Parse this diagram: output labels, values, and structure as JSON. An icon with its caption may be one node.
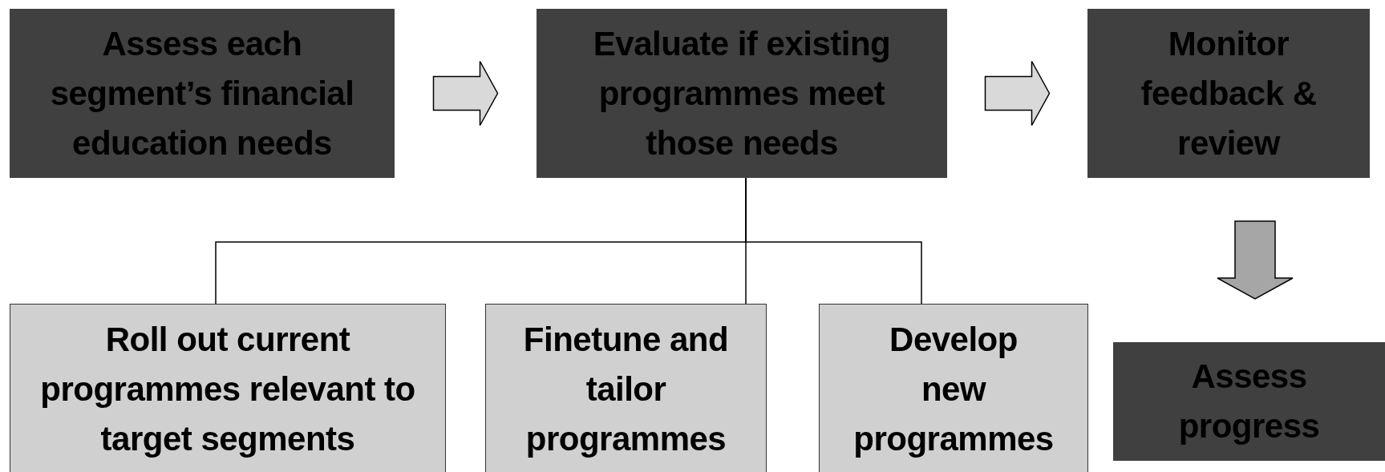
{
  "diagram": {
    "nodes": [
      {
        "text": [
          "Assess each segment’s financial education needs"
        ]
      },
      {
        "text": [
          "Evaluate if existing programmes meet those needs"
        ]
      },
      {
        "text": [
          "Monitor feedback & review"
        ]
      },
      {
        "text": [
          "Roll out current programmes relevant to target segments"
        ]
      },
      {
        "text": [
          "Finetune and tailor programmes"
        ]
      },
      {
        "text": [
          "Develop new programmes"
        ]
      },
      {
        "text": [
          "Assess progress"
        ]
      }
    ],
    "edges": [
      {
        "from": 0,
        "to": 1,
        "arrow": "to",
        "style": "thick"
      },
      {
        "from": 1,
        "to": 2,
        "arrow": "to",
        "style": "thick"
      },
      {
        "from": 1,
        "to": 3,
        "arrow": "none"
      },
      {
        "from": 1,
        "to": 4,
        "arrow": "none"
      },
      {
        "from": 1,
        "to": 5,
        "arrow": "none"
      },
      {
        "from": 2,
        "to": 6,
        "arrow": "to",
        "style": "thick",
        "color": "#a6a6a6"
      }
    ]
  }
}
